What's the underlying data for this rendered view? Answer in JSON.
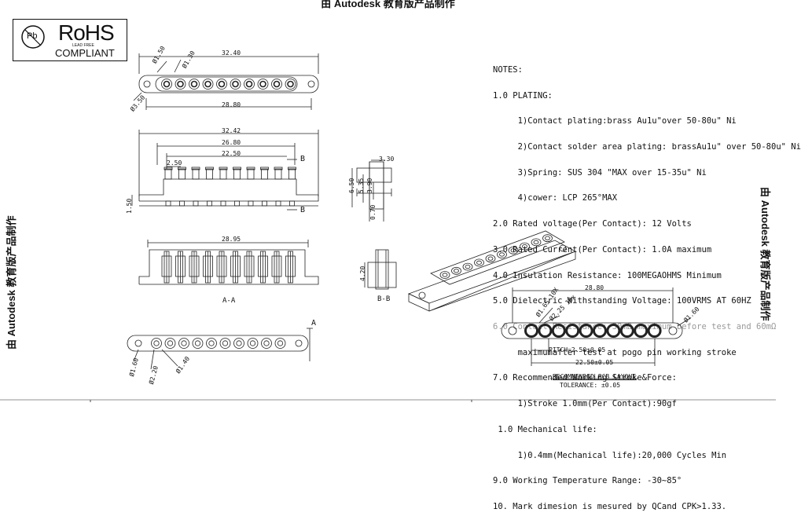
{
  "watermark": {
    "top": "由 Autodesk 教育版产品制作",
    "left": "由 Autodesk 教育版产品制作",
    "right": "由 Autodesk 教育版产品制作"
  },
  "logo": {
    "title": "RoHS",
    "subtitle": "COMPLIANT",
    "small": "LEAD FREE",
    "mark": "Pb"
  },
  "notes": [
    "NOTES:",
    "1.0 PLATING:",
    "     1)Contact plating:brass Au1u\"over 50-80u\" Ni",
    "     2)Contact solder area plating: brassAu1u\" over 50-80u\" Ni",
    "     3)Spring: SUS 304 \"MAX over 15-35u\" Ni",
    "     4)cower: LCP 265°MAX",
    "2.0 Rated voltage(Per Contact): 12 Volts",
    "3.0 Rated Current(Per Contact): 1.0A maximum",
    "4.0 Insulation Resistance: 100MEGAOHMS Minimum",
    "5.0 Dielectric Withstanding Voltage: 100VRMS AT 60HZ",
    "6.0 Contact Resistance: 30mΩ maximum before test and 60mΩ",
    "     maximumafter test at pogo pin working stroke",
    "7.0 Recommended Working Stroke&Force:",
    "     1)Stroke 1.0mm(Per Contact):90gf",
    " 1.0 Mechanical life:",
    "     1)0.4mm(Mechanical life):20,000 Cycles Min",
    "9.0 Working Temperature Range: -30~85°",
    "10. Mark dimesion is mesured by QCand CPK>1.33."
  ],
  "dims": {
    "top_view_overall": "32.40",
    "top_view_hole_pitch": "28.80",
    "top_hole_small": "Ø1.50",
    "top_pin_dia": "Ø1.30",
    "top_mount_hole": "Ø3.50",
    "front_overall": "32.42",
    "front_inner": "26.80",
    "front_pin_span": "22.50",
    "front_pitch": "2.50",
    "front_height": "1.50",
    "side_width": "3.30",
    "side_h1": "6.50",
    "side_h2": "5.35",
    "side_h3": "3.90",
    "side_h4": "0.70",
    "section_width": "28.95",
    "section_b_height": "4.20",
    "bottom_d1": "Ø1.60",
    "bottom_d2": "Ø2.20",
    "bottom_d3": "Ø1.40",
    "pcb_overall": "28.80",
    "pcb_d1": "Ø1.65 10X",
    "pcb_d2": "Ø2.25 10x",
    "pcb_d3": "Ø1.60",
    "pcb_pitch": "PITCH=2.50±0.05",
    "pcb_span": "22.50±0.05"
  },
  "markers": {
    "section_b": "B",
    "section_a": "A"
  },
  "captions": {
    "section_aa": "A-A",
    "section_bb": "B-B",
    "pcb_title": "RECOMMENDED PCB LAYOUT",
    "pcb_tolerance": "TOLERANCE:   ±0.05"
  }
}
